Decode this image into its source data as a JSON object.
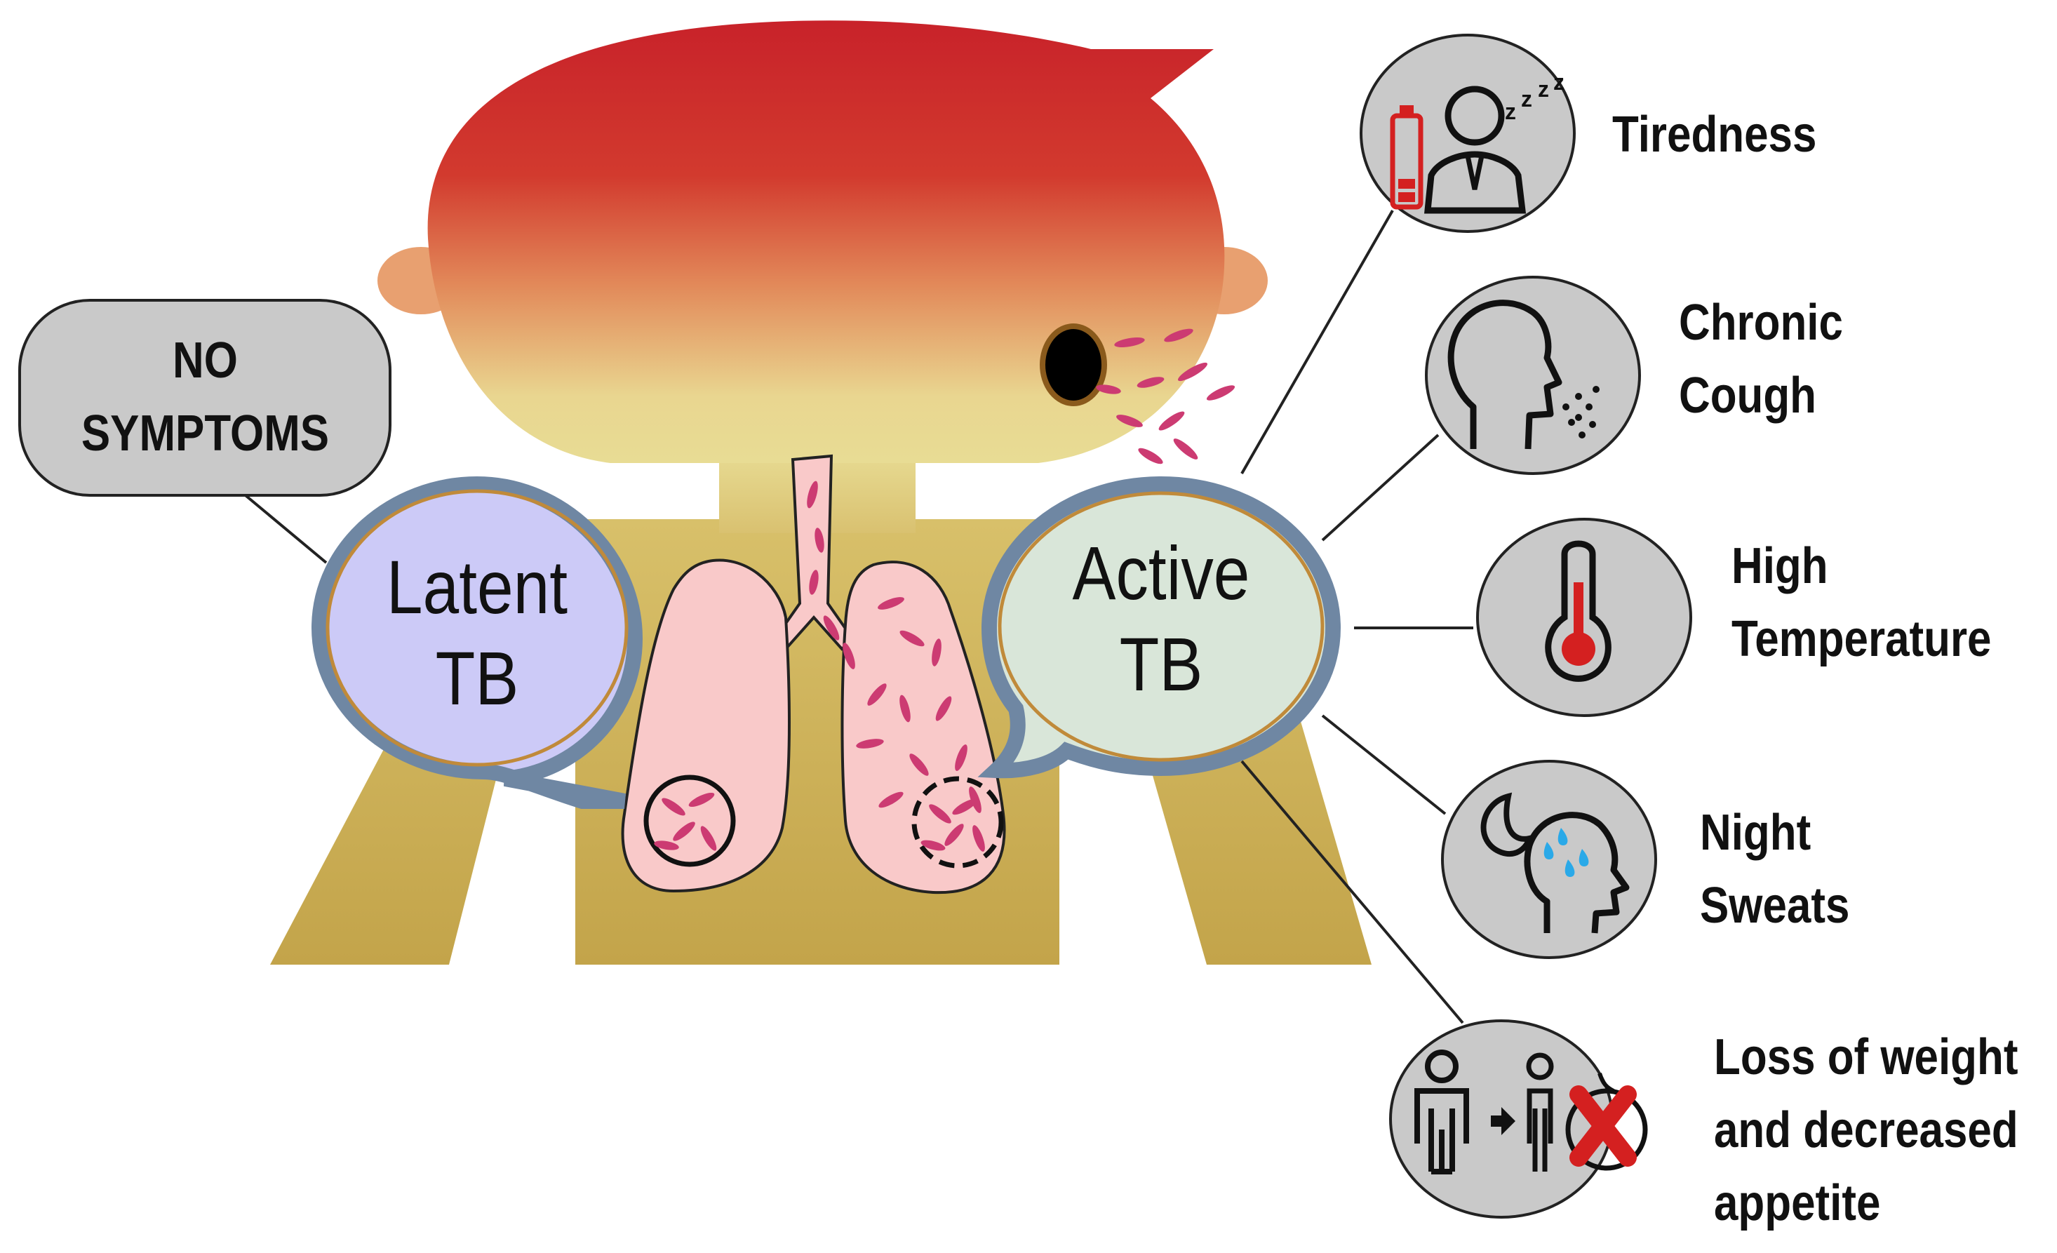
{
  "no_symptoms_box": {
    "lines": [
      "NO",
      "SYMPTOMS"
    ]
  },
  "latent_bubble": {
    "lines": [
      "Latent",
      "TB"
    ]
  },
  "active_bubble": {
    "lines": [
      "Active",
      "TB"
    ]
  },
  "symptoms": [
    {
      "icon": "tiredness-icon",
      "lines": [
        "Tiredness"
      ]
    },
    {
      "icon": "cough-icon",
      "lines": [
        "Chronic",
        "Cough"
      ]
    },
    {
      "icon": "thermometer-icon",
      "lines": [
        "High",
        "Temperature"
      ]
    },
    {
      "icon": "night-sweats-icon",
      "lines": [
        "Night",
        "Sweats"
      ]
    },
    {
      "icon": "weight-loss-icon",
      "lines": [
        "Loss of weight",
        "and decreased",
        "appetite"
      ]
    }
  ],
  "colors": {
    "head_top": "#c8222a",
    "head_bottom": "#e9dc94",
    "body": "#c9aa50",
    "lung_fill": "#f9c9c9",
    "bacteria": "#cc3b72",
    "latent_fill": "#cccaf7",
    "active_fill": "#d9e6d9",
    "bubble_border": "#6f87a3",
    "bubble_inner": "#c08a3a",
    "icon_circle": "#c9c9c9",
    "accent_red": "#d42020"
  }
}
